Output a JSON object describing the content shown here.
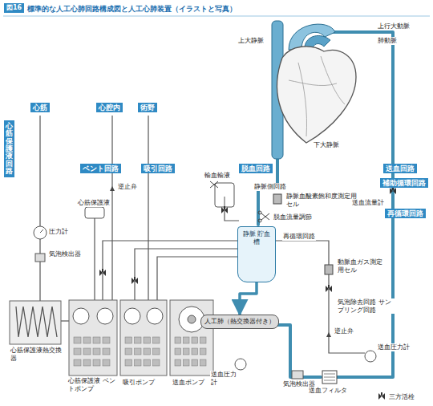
{
  "diagram": {
    "title": "標準的な人工心肺回路構成図と人工心肺装置（イラストと写真）",
    "nodes": [
      {
        "text": [
          "心筋"
        ]
      },
      {
        "text": [
          "心腔内"
        ]
      },
      {
        "text": [
          "術野"
        ]
      },
      {
        "text": [
          "心筋保護液回路"
        ]
      },
      {
        "text": [
          "ベント回路"
        ]
      },
      {
        "text": [
          "吸引回路"
        ]
      },
      {
        "text": [
          "脱血回路"
        ]
      },
      {
        "text": [
          "送血回路"
        ]
      },
      {
        "text": [
          "補助循環回路"
        ]
      },
      {
        "text": [
          "再循環回路"
        ]
      },
      {
        "text": [
          "静脈 貯血槽"
        ]
      },
      {
        "text": [
          "人工肺（熱交換器付き）"
        ]
      }
    ],
    "edges": [
      {
        "from": 10,
        "to": 11,
        "arrow": "to"
      }
    ],
    "labels": [
      "図16",
      "上大静脈",
      "上行大動脈",
      "肺動脈",
      "下大静脈",
      "逆止弁",
      "心筋保護液",
      "圧力計",
      "気泡検出器",
      "心筋保護液熱交換器",
      "心筋保護液 ベントポンプ",
      "吸引ポンプ",
      "送血ポンプ",
      "輸血輸液",
      "静脈側回路",
      "静脈血酸素飽和度測定用セル",
      "脱血流量調節",
      "送血流量計",
      "再循環回路",
      "動脈血ガス測定用セル",
      "気泡除去回路 サンプリング回路",
      "逆止弁",
      "送血圧力計",
      "送血圧力計",
      "気泡検出器",
      "送血フィルタ"
    ],
    "legend": [
      {
        "text": "三方活栓"
      }
    ]
  }
}
